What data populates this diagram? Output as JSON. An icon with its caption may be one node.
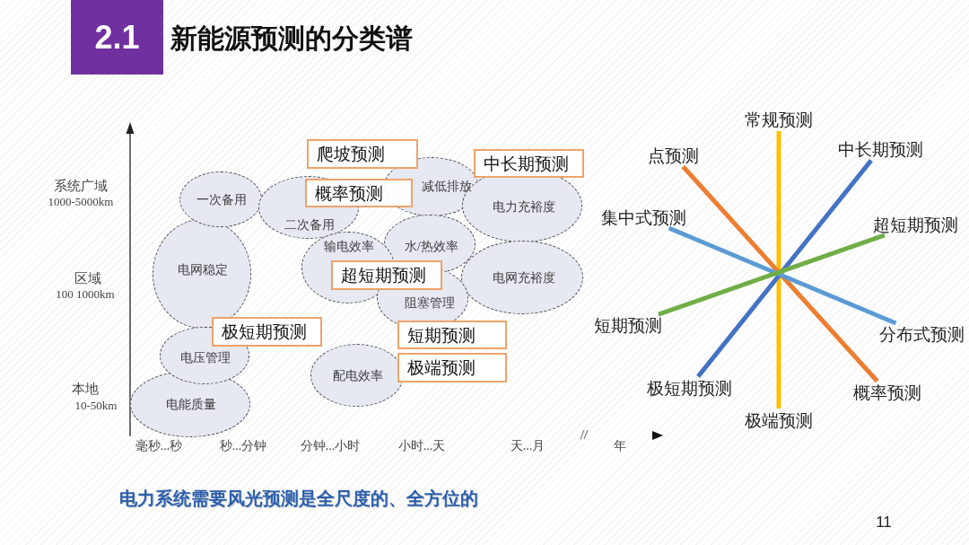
{
  "diagram": {
    "title": "新能源预测的分类谱",
    "caption": "电力系统需要风光预测是全尺度的、全方位的",
    "nodes": [
      {
        "text": [
          "爬坡预测"
        ]
      },
      {
        "text": [
          "中长期预测"
        ]
      },
      {
        "text": [
          "减低排放"
        ]
      },
      {
        "text": [
          "电力充裕度"
        ]
      },
      {
        "text": [
          "一次备用"
        ]
      },
      {
        "text": [
          "二次备用"
        ]
      },
      {
        "text": [
          "概率预测"
        ]
      },
      {
        "text": [
          "电网稳定"
        ]
      },
      {
        "text": [
          "水/热效率"
        ]
      },
      {
        "text": [
          "输电效率"
        ]
      },
      {
        "text": [
          "电网充裕度"
        ]
      },
      {
        "text": [
          "超短期预测"
        ]
      },
      {
        "text": [
          "阻塞管理"
        ]
      },
      {
        "text": [
          "极短期预测"
        ]
      },
      {
        "text": [
          "短期预测"
        ]
      },
      {
        "text": [
          "电压管理"
        ]
      },
      {
        "text": [
          "配电效率"
        ]
      },
      {
        "text": [
          "极端预测"
        ]
      },
      {
        "text": [
          "电能质量"
        ]
      },
      {
        "text": [
          "常规预测"
        ]
      },
      {
        "text": [
          "中长期预测"
        ]
      },
      {
        "text": [
          "点预测"
        ]
      },
      {
        "text": [
          "集中式预测"
        ]
      },
      {
        "text": [
          "超短期预测"
        ]
      },
      {
        "text": [
          "短期预测"
        ]
      },
      {
        "text": [
          "分布式预测"
        ]
      },
      {
        "text": [
          "极短期预测"
        ]
      },
      {
        "text": [
          "概率预测"
        ]
      },
      {
        "text": [
          "极端预测"
        ]
      }
    ],
    "edges": [
      {
        "from": 19,
        "to": 28,
        "arrow": "none",
        "color": "#ffc000"
      },
      {
        "from": 21,
        "to": 27,
        "arrow": "none",
        "color": "#ed7d31"
      },
      {
        "from": 20,
        "to": 26,
        "arrow": "none",
        "color": "#4472c4"
      },
      {
        "from": 22,
        "to": 25,
        "arrow": "none",
        "color": "#5b9bd5"
      },
      {
        "from": 23,
        "to": 24,
        "arrow": "none",
        "color": "#70ad47"
      }
    ],
    "labels": [
      "2.1",
      "系统广域",
      "1000-5000km",
      "区域",
      "100 1000km",
      "本地",
      "10-50km",
      "毫秒...秒",
      "秒...分钟",
      "分钟...小时",
      "小时...天",
      "天...月",
      "年",
      "11"
    ]
  }
}
